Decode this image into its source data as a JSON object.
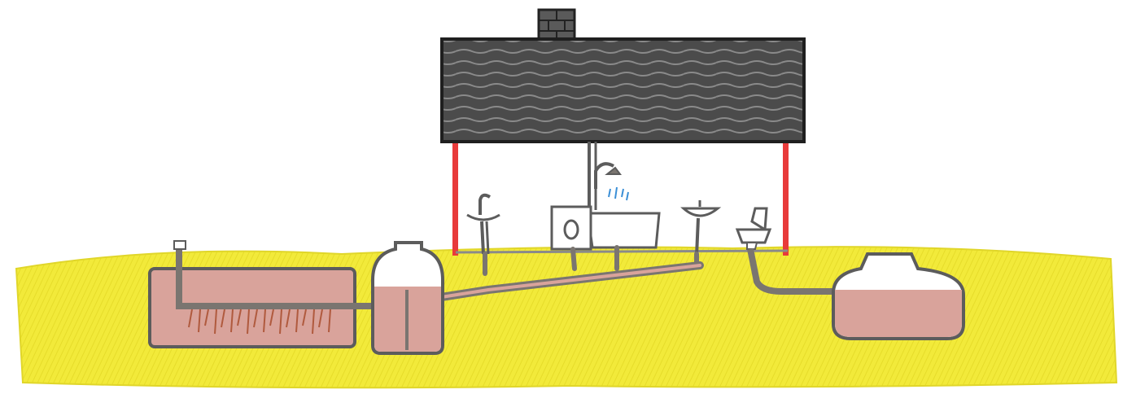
{
  "colors": {
    "ground": "#f2ea3a",
    "roof": "#4b4b4b",
    "roof_outline": "#1f1f1f",
    "wall_post": "#e83a3a",
    "pipe": "#7a7570",
    "tank_fill": "#d9a39b",
    "tank_outline": "#5c5c5c",
    "water": "#3b8fd6",
    "background": "#ffffff"
  },
  "components": [
    {
      "id": "chimney",
      "icon": "chimney-icon"
    },
    {
      "id": "roof",
      "icon": "roof-icon"
    },
    {
      "id": "house-walls",
      "icon": "wall-post-icon"
    },
    {
      "id": "kitchen-sink",
      "icon": "faucet-icon"
    },
    {
      "id": "washing-machine",
      "icon": "washing-machine-icon"
    },
    {
      "id": "shower",
      "icon": "shower-icon"
    },
    {
      "id": "wash-basin",
      "icon": "basin-icon"
    },
    {
      "id": "toilet",
      "icon": "toilet-icon"
    },
    {
      "id": "infiltration-bed",
      "icon": "drain-field-icon"
    },
    {
      "id": "greywater-tank",
      "icon": "tank-icon"
    },
    {
      "id": "blackwater-tank",
      "icon": "tank-icon"
    }
  ]
}
